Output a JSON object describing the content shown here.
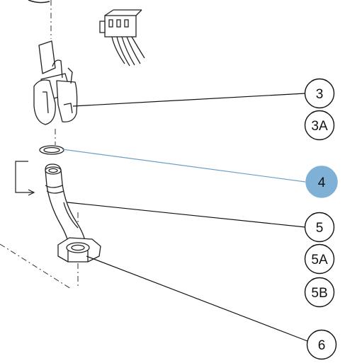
{
  "colors": {
    "line": "#111111",
    "highlight_fill": "#7fb0d6",
    "highlight_line": "#6aa0c8",
    "background": "#ffffff"
  },
  "callouts": {
    "c3": "3",
    "c3a": "3A",
    "c4": "4",
    "c5": "5",
    "c5a": "5A",
    "c5b": "5B",
    "c6": "6"
  },
  "highlighted_part": "4"
}
